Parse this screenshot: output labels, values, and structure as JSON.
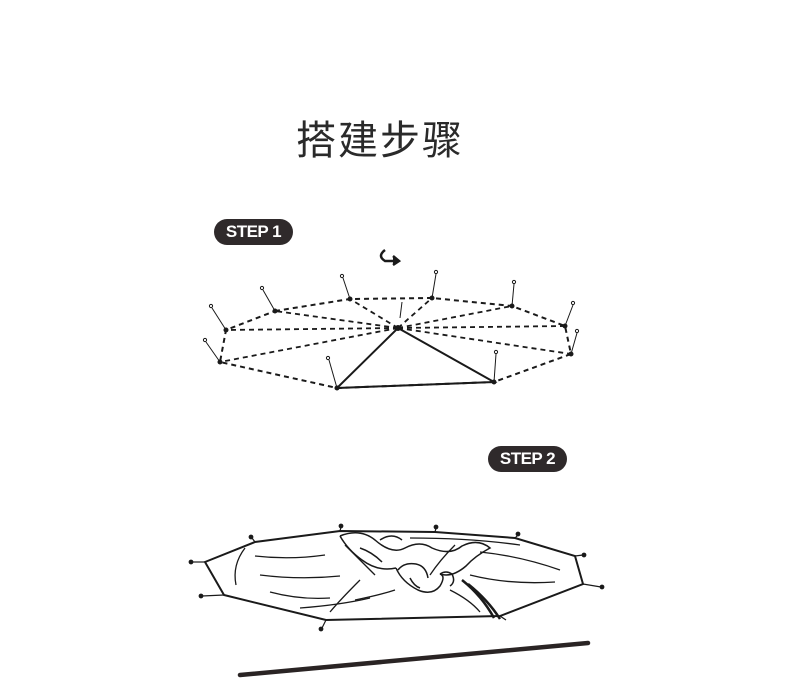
{
  "title": "搭建步骤",
  "steps": [
    {
      "label": "STEP 1"
    },
    {
      "label": "STEP 2"
    }
  ],
  "icons": {
    "rotate": "rotate-arrow-icon",
    "stake": "stake-icon",
    "pole": "tent-pole"
  },
  "colors": {
    "ink": "#1a1a1a",
    "pill": "#2f2a2b"
  }
}
